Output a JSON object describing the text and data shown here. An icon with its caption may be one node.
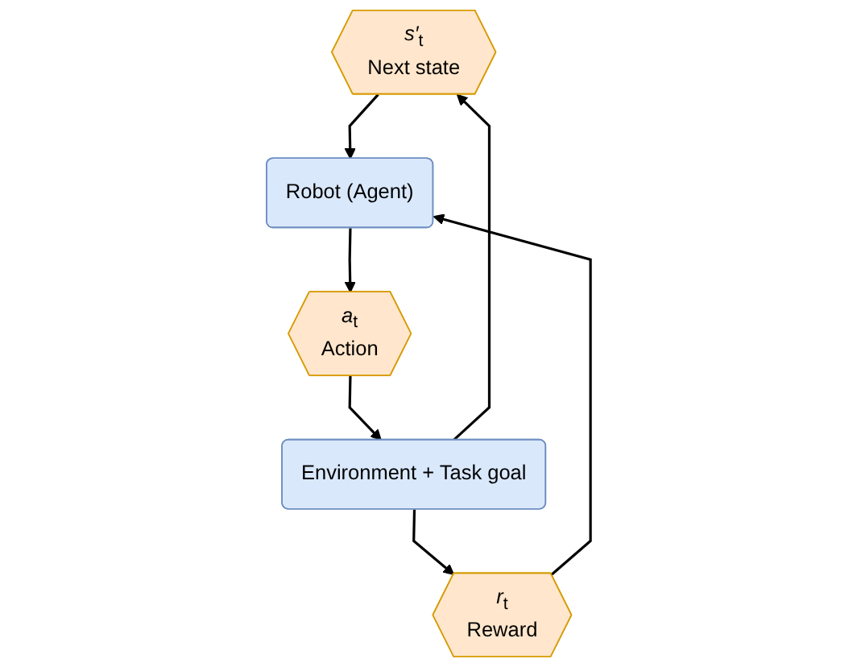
{
  "diagram": {
    "nodes": [
      {
        "text": [
          "*s′*$_{t}$",
          "Next state"
        ]
      },
      {
        "text": [
          "Robot (Agent)"
        ]
      },
      {
        "text": [
          "*r*$_{t}$",
          "Reward"
        ]
      },
      {
        "text": [
          "*a*$_{t}$",
          "Action"
        ]
      },
      {
        "text": [
          "Environment + Task goal"
        ]
      }
    ],
    "edges": [
      {
        "from": 0,
        "to": 1,
        "arrow": "to"
      },
      {
        "from": 1,
        "to": 3,
        "arrow": "to"
      },
      {
        "from": 2,
        "to": 1,
        "arrow": "to"
      },
      {
        "from": 3,
        "to": 4,
        "arrow": "to"
      },
      {
        "from": 4,
        "to": 0,
        "arrow": "to"
      },
      {
        "from": 4,
        "to": 2,
        "arrow": "to"
      }
    ]
  }
}
